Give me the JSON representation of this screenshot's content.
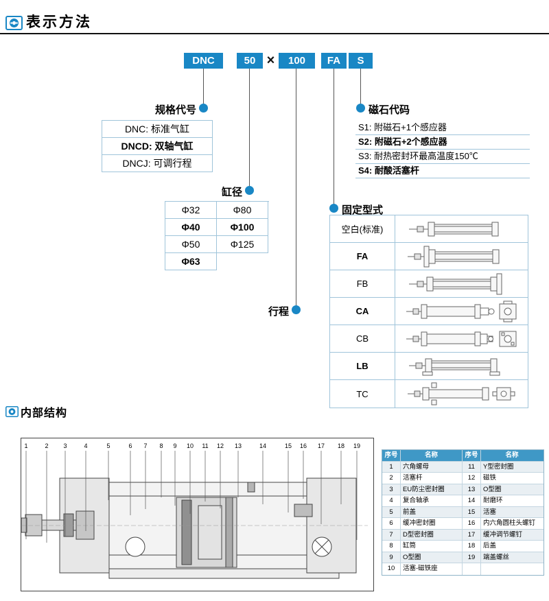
{
  "colors": {
    "accent": "#1987c5",
    "table_border": "#9fc4da",
    "parts_header_bg": "#3f98c6"
  },
  "header": {
    "title": "表示方法"
  },
  "model": {
    "series": "DNC",
    "bore": "50",
    "times": "×",
    "stroke": "100",
    "mount": "FA",
    "magnet": "S"
  },
  "labels": {
    "spec": "规格代号",
    "magnet": "磁石代码",
    "bore": "缸径",
    "mount": "固定型式",
    "stroke": "行程"
  },
  "spec": {
    "rows": [
      "DNC: 标准气缸",
      "DNCD: 双轴气缸",
      "DNCJ: 可调行程"
    ]
  },
  "magnet": {
    "rows": [
      "S1: 附磁石+1个感应器",
      "S2: 附磁石+2个感应器",
      "S3: 耐热密封环最高温度150℃",
      "S4: 耐酸活塞杆"
    ]
  },
  "bore": {
    "rows": [
      [
        "Φ32",
        "Φ80"
      ],
      [
        "Φ40",
        "Φ100"
      ],
      [
        "Φ50",
        "Φ125"
      ],
      [
        "Φ63",
        ""
      ]
    ]
  },
  "mount": {
    "rows": [
      "空白(标准)",
      "FA",
      "FB",
      "CA",
      "CB",
      "LB",
      "TC"
    ]
  },
  "internal": {
    "title": "内部结构"
  },
  "drawing": {
    "callouts": [
      "1",
      "2",
      "3",
      "4",
      "5",
      "6",
      "7",
      "8",
      "9",
      "10",
      "11",
      "12",
      "13",
      "14",
      "15",
      "16",
      "17",
      "18",
      "19"
    ]
  },
  "parts": {
    "headers": [
      "序号",
      "名称",
      "序号",
      "名称"
    ],
    "rows": [
      [
        "1",
        "六角螺母",
        "11",
        "Y型密封圈"
      ],
      [
        "2",
        "活塞杆",
        "12",
        "磁铁"
      ],
      [
        "3",
        "EU防尘密封圈",
        "13",
        "O型圈"
      ],
      [
        "4",
        "复合轴承",
        "14",
        "耐磨环"
      ],
      [
        "5",
        "前盖",
        "15",
        "活塞"
      ],
      [
        "6",
        "缓冲密封圈",
        "16",
        "内六角圆柱头螺钉"
      ],
      [
        "7",
        "D型密封圈",
        "17",
        "缓冲调节螺钉"
      ],
      [
        "8",
        "缸筒",
        "18",
        "后盖"
      ],
      [
        "9",
        "O型圈",
        "19",
        "端盖螺丝"
      ],
      [
        "10",
        "活塞-磁铁座",
        "",
        ""
      ]
    ]
  }
}
